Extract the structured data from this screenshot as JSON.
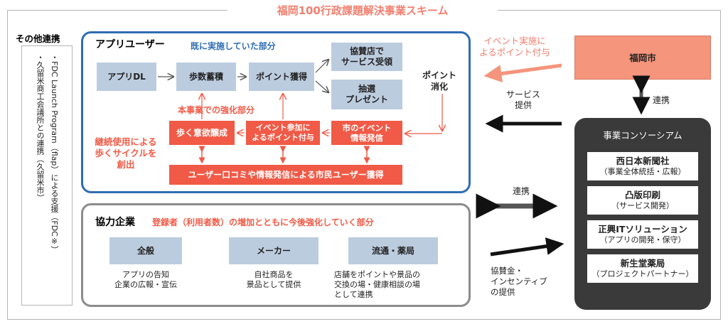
{
  "title": "福岡100行政課題解決事業スキーム",
  "left": {
    "heading": "その他連携",
    "line1": "・FDC Launch Program（flap）による支援（FDC※）",
    "line2": "・久留米商工会議所との連携（久留米市）"
  },
  "app": {
    "heading": "アプリユーザー",
    "subheading": "既に実施していた部分",
    "boxes": {
      "app_dl": "アプリDL",
      "steps": "歩数蓄積",
      "points": "ポイント獲得",
      "service": "協賛店で\nサービス受領",
      "lottery": "抽選\nプレゼント",
      "point_use": "ポイント\n消化"
    },
    "strength_label": "本事業での強化部分",
    "cycle_label": "継続使用による\n歩くサイクルを\n創出",
    "red_boxes": {
      "motivation": "歩く意欲醸成",
      "event_points": "イベント参加に\nよるポイント付与",
      "city_events": "市のイベント\n情報発信",
      "word_of_mouth": "ユーザー口コミや情報発信による市民ユーザー獲得"
    }
  },
  "partners": {
    "heading": "協力企業",
    "subheading": "登録者（利用者数）の増加とともに今後強化していく部分",
    "cols": [
      {
        "label": "全般",
        "desc": "アプリの告知\n企業の広報・宣伝"
      },
      {
        "label": "メーカー",
        "desc": "自社商品を\n景品として提供"
      },
      {
        "label": "流通・薬局",
        "desc": "店舗をポイントや景品の\n交換の場・健康相談の場\nとして連携"
      }
    ]
  },
  "middle": {
    "event_points_note": "イベント実施に\nよるポイント付与",
    "service_note": "サービス\n提供",
    "link_note": "連携",
    "funding_note": "協賛金・\nインセンティブ\nの提供"
  },
  "right": {
    "city": "福岡市",
    "link": "連携",
    "consortium": "事業コンソーシアム",
    "members": [
      {
        "name": "西日本新聞社",
        "role": "（事業全体統括・広報）"
      },
      {
        "name": "凸版印刷",
        "role": "（サービス開発）"
      },
      {
        "name": "正興ITソリューション",
        "role": "（アプリの開発・保守）"
      },
      {
        "name": "新生堂薬局",
        "role": "（プロジェクトパートナー）"
      }
    ]
  },
  "colors": {
    "accent_red": "#f05a46",
    "blue_box": "#bcccdf",
    "frame_blue": "#2f6db3",
    "salmon": "#f4957c"
  }
}
